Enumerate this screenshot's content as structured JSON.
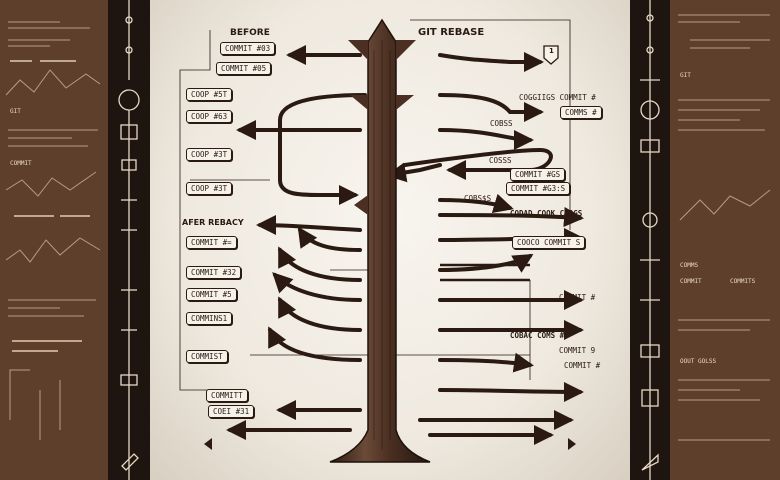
{
  "labels": {
    "before": "BEFORE",
    "title": "GIT REBASE",
    "after": "AFER REBACY"
  },
  "left_before_commits": [
    "COMMIT #03",
    "COMMIT #05"
  ],
  "left_stack_commits": [
    "COOP #5T",
    "COOP #63",
    "COOP #3T",
    "COOP #3T"
  ],
  "after_commits": [
    "COMMIT #=",
    "COMMIT #32",
    "COMMIT #5",
    "COMMINS1",
    "COMMIST",
    "COMMITT",
    "COEI #31"
  ],
  "right_commits": [
    "COGGIIGS COMMIT #",
    "COBSS",
    "COMMS #",
    "COSSS",
    "COMMIT #GS",
    "COMMIT #G3:S",
    "COBS$S",
    "CODAD COOK COOGS",
    "COOCO COMMIT S",
    "COMMIT #",
    "COMMIT 9",
    "COBAC COMS #",
    "COMMIT #"
  ],
  "side_texts": {
    "left": [
      "GIT",
      "COMMIT"
    ],
    "right": [
      "GIT",
      "COMMS",
      "COMMIT",
      "COMMITS",
      "OOUT GOLSS"
    ]
  },
  "badge_text": "1",
  "colors": {
    "wood": "#4a2f22",
    "ink": "#2a1a12",
    "paper": "#f6f2ea",
    "panel": "#5e3f2c",
    "strip": "#1e1410"
  },
  "icons": [
    "chart-icon",
    "bar-chart-icon",
    "monitor-icon",
    "printer-icon",
    "git-branch-icon",
    "pencil-icon",
    "tree-icon"
  ]
}
